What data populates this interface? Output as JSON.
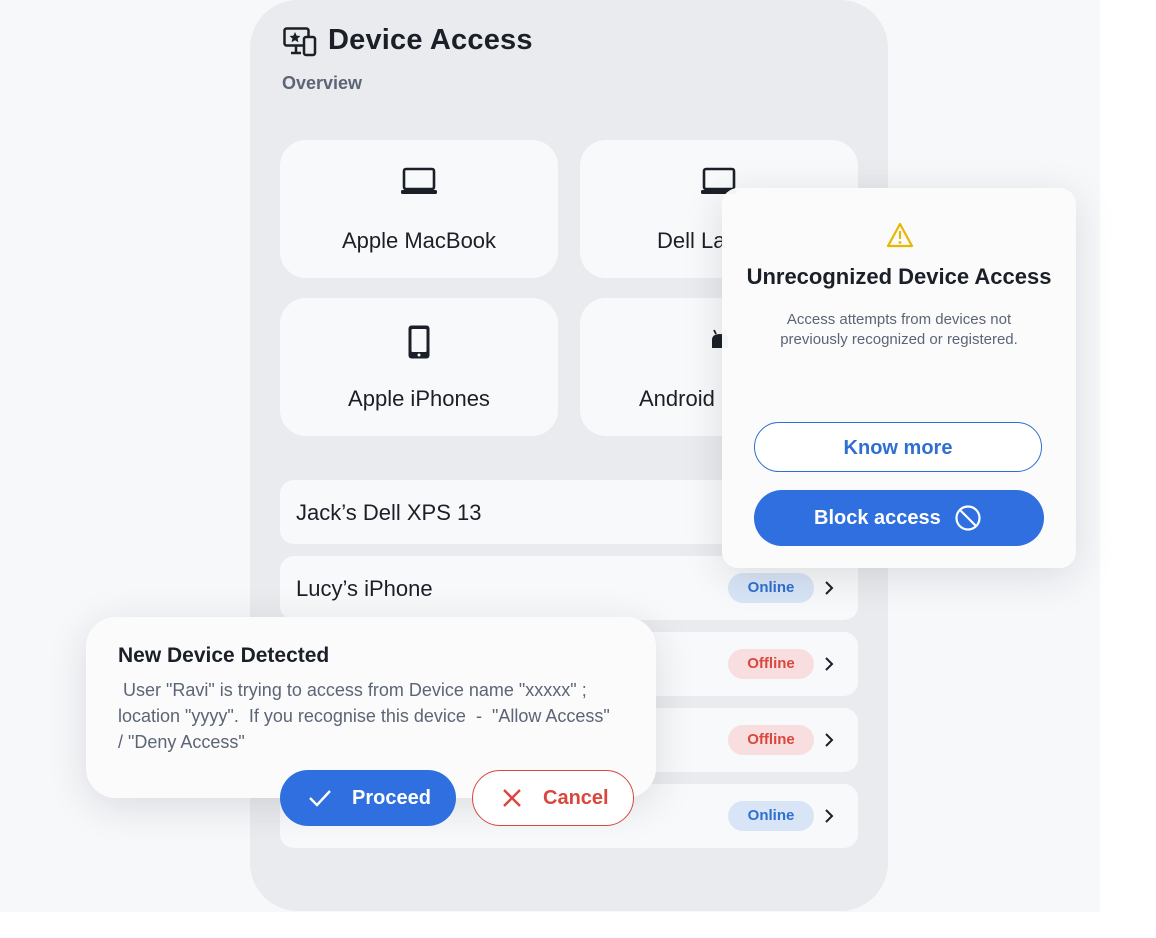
{
  "app": {
    "title": "Device Access",
    "subtitle": "Overview"
  },
  "tiles": [
    {
      "label": "Apple MacBook",
      "icon": "laptop-icon"
    },
    {
      "label": "Dell La",
      "icon": "laptop-icon"
    },
    {
      "label": "Apple iPhones",
      "icon": "phone-icon"
    },
    {
      "label": "Android",
      "icon": "android-icon"
    }
  ],
  "devices": [
    {
      "name": "Jack’s Dell XPS 13",
      "status": ""
    },
    {
      "name": "Lucy’s iPhone",
      "status": "Online"
    },
    {
      "name": "",
      "status": "Offline"
    },
    {
      "name": "",
      "status": "Offline"
    },
    {
      "name": "",
      "status": "Online"
    }
  ],
  "unrecognized_popup": {
    "title": "Unrecognized Device Access",
    "description": "Access attempts from devices not previously recognized or registered.",
    "know_more_label": "Know more",
    "block_label": "Block access"
  },
  "new_device_popup": {
    "title": "New Device Detected",
    "message": " User \"Ravi\" is trying to access from Device name \"xxxxx\" ;\nlocation \"yyyy\".  If you recognise this device  -  \"Allow Access\"\n/ \"Deny Access\"",
    "proceed_label": "Proceed",
    "cancel_label": "Cancel"
  },
  "colors": {
    "accent": "#2f6fdf",
    "danger": "#d9473f",
    "warning": "#e6b800",
    "online_bg": "#d8e5f7",
    "offline_bg": "#f8dede"
  }
}
